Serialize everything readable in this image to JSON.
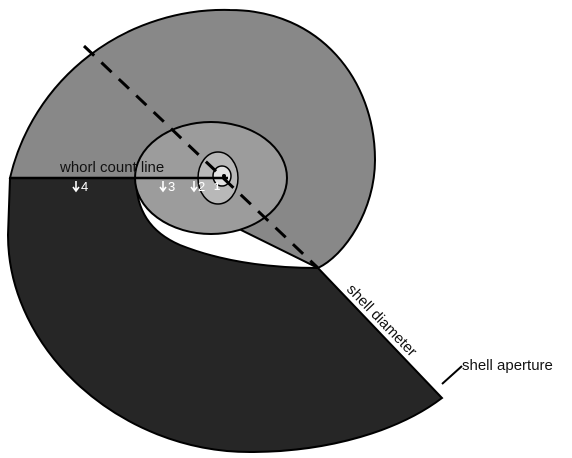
{
  "labels": {
    "whorl_count_line": "whorl count line",
    "shell_diameter": "shell diameter",
    "shell_aperture": "shell aperture"
  },
  "whorl_numbers": [
    "1",
    "2",
    "3",
    "4"
  ],
  "colors": {
    "outer_whorl_dark": "#262626",
    "outer_whorl_mid": "#888888",
    "middle_whorl": "#9c9c9c",
    "inner_whorl": "#b8b8b8",
    "core": "#e3e3e3",
    "outline": "#000000"
  }
}
